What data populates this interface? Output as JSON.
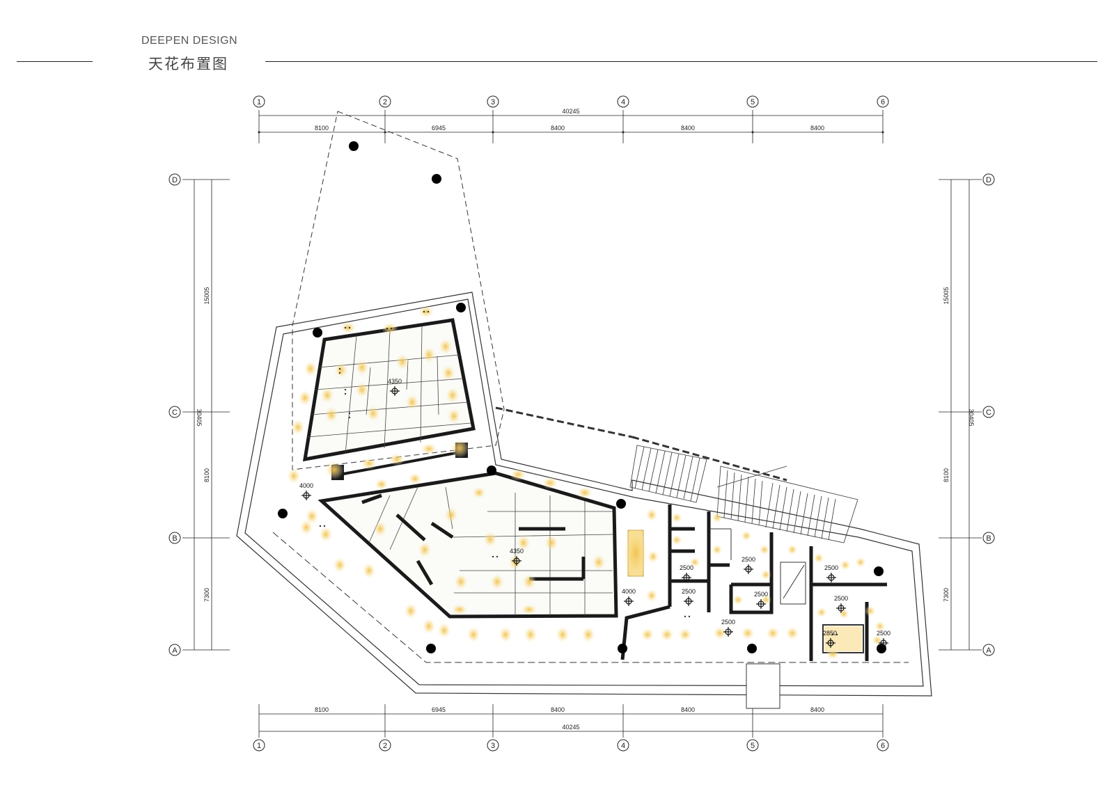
{
  "header": {
    "brand": "DEEPEN DESIGN",
    "title": "天花布置图"
  },
  "axes": {
    "columns": [
      "1",
      "2",
      "3",
      "4",
      "5",
      "6"
    ],
    "rows": [
      "A",
      "B",
      "C",
      "D"
    ]
  },
  "dimensions": {
    "top_total": "40245",
    "top_spans": [
      "8100",
      "6945",
      "8400",
      "8400",
      "8400"
    ],
    "bottom_total": "40245",
    "bottom_spans": [
      "8100",
      "6945",
      "8400",
      "8400",
      "8400"
    ],
    "left_total": "30405",
    "left_spans": [
      "7300",
      "8100",
      "15005"
    ],
    "right_total": "30405",
    "right_spans": [
      "7300",
      "8100",
      "15005"
    ]
  },
  "ceiling_heights": {
    "upper_room": "4350",
    "middle_room": "4350",
    "west_corridor": "4000",
    "central_corridor": "4000",
    "cell_a": "2500",
    "cell_b": "2500",
    "cell_c": "2500",
    "cell_d": "2500",
    "cell_e": "2500",
    "cell_f": "2500",
    "cell_g": "2500",
    "cell_h": "2850",
    "cell_i": "2500"
  },
  "colors": {
    "wall": "#1a1a1a",
    "light_glow": "#f2c14a",
    "line": "#222222",
    "column": "#000000"
  }
}
